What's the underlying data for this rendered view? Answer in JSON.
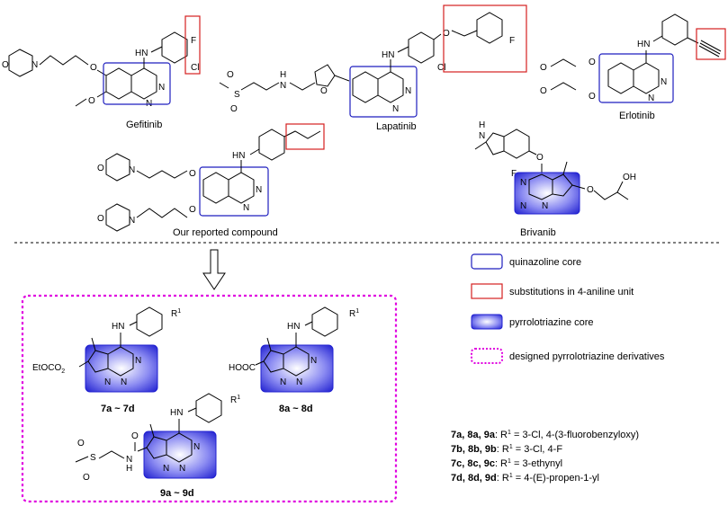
{
  "compounds": {
    "gefitinib": {
      "name": "Gefitinib",
      "atoms": {
        "f": "F",
        "cl": "Cl",
        "hn": "HN",
        "n1": "N",
        "n2": "N",
        "n3": "N",
        "o1": "O",
        "o2": "O",
        "o3": "O"
      }
    },
    "lapatinib": {
      "name": "Lapatinib",
      "atoms": {
        "f": "F",
        "cl": "Cl",
        "hn": "HN",
        "n1": "N",
        "n2": "N",
        "nh": "N",
        "h": "H",
        "s": "S",
        "o1": "O",
        "o2": "O",
        "o3": "O",
        "o4": "O"
      }
    },
    "erlotinib": {
      "name": "Erlotinib",
      "atoms": {
        "hn": "HN",
        "n1": "N",
        "n2": "N",
        "o1": "O",
        "o2": "O",
        "o3": "O",
        "o4": "O"
      }
    },
    "reported": {
      "name": "Our reported compound",
      "atoms": {
        "hn": "HN",
        "n1": "N",
        "n2": "N",
        "n3": "N",
        "n4": "N",
        "o1": "O",
        "o2": "O",
        "o3": "O",
        "o4": "O"
      }
    },
    "brivanib": {
      "name": "Brivanib",
      "atoms": {
        "h": "H",
        "n": "N",
        "f": "F",
        "o1": "O",
        "o2": "O",
        "oh": "OH",
        "n1": "N",
        "n2": "N",
        "n3": "N"
      }
    }
  },
  "legend": {
    "quinazoline": "quinazoline core",
    "substitution": "substitutions in 4-aniline unit",
    "pyrrolotriazine": "pyrrolotriazine core",
    "designed": "designed pyrrolotriazine derivatives"
  },
  "derivatives": {
    "s7": {
      "label": "7a ~ 7d",
      "ester": "EtO",
      "co2": "CO",
      "sub2": "2",
      "hn": "HN",
      "r": "R",
      "sup": "1",
      "n1": "N",
      "n2": "N",
      "n3": "N"
    },
    "s8": {
      "label": "8a ~ 8d",
      "acid": "HOOC",
      "hn": "HN",
      "r": "R",
      "sup": "1",
      "n1": "N",
      "n2": "N",
      "n3": "N"
    },
    "s9": {
      "label": "9a ~ 9d",
      "hn": "HN",
      "r": "R",
      "sup": "1",
      "s": "S",
      "o1": "O",
      "o2": "O",
      "o3": "O",
      "nh": "N",
      "h": "H",
      "n1": "N",
      "n2": "N",
      "n3": "N"
    }
  },
  "substituents": [
    {
      "ids": "7a, 8a, 9a",
      "text": ": R",
      "sup": "1",
      "rest": " = 3-Cl, 4-(3-fluorobenzyloxy)"
    },
    {
      "ids": "7b, 8b, 9b",
      "text": ": R",
      "sup": "1",
      "rest": " = 3-Cl, 4-F"
    },
    {
      "ids": "7c, 8c, 9c",
      "text": ": R",
      "sup": "1",
      "rest": " = 3-ethynyl"
    },
    {
      "ids": "7d, 8d, 9d",
      "text": ": R",
      "sup": "1",
      "rest": " = 4-(E)-propen-1-yl"
    }
  ],
  "colors": {
    "quinazoline_box": "#1f1fbf",
    "substitution_box": "#d42020",
    "pyrrolotriazine_fill": "#3333dd",
    "designed_box": "#e000e0"
  }
}
